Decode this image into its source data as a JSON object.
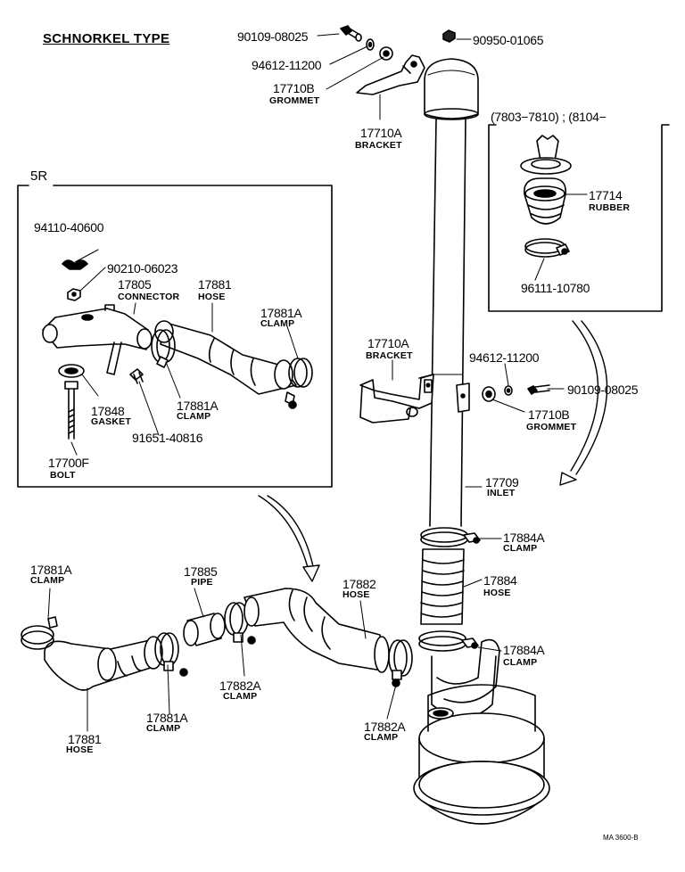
{
  "title": "SCHNORKEL TYPE",
  "box_5r_label": "5R",
  "box_right_header": "(7803−7810) ; (8104−",
  "labels": {
    "p90109_top": "90109-08025",
    "p90950": "90950-01065",
    "p94612_top": "94612-11200",
    "p17710b_top": "17710B",
    "grommet_top": "GROMMET",
    "p17710a_top": "17710A",
    "bracket_top": "BRACKET",
    "p94110": "94110-40600",
    "p90210": "90210-06023",
    "p17805": "17805",
    "connector": "CONNECTOR",
    "p17881_box": "17881",
    "hose_box": "HOSE",
    "p17881a_box_top": "17881A",
    "clamp_box_top": "CLAMP",
    "p17848": "17848",
    "gasket": "GASKET",
    "p17881a_box_bot": "17881A",
    "clamp_box_bot": "CLAMP",
    "p91651": "91651-40816",
    "p17700f": "17700F",
    "bolt": "BOLT",
    "p17714": "17714",
    "rubber": "RUBBER",
    "p96111": "96111-10780",
    "p17710a_mid": "17710A",
    "bracket_mid": "BRACKET",
    "p94612_mid": "94612-11200",
    "p90109_mid": "90109-08025",
    "p17710b_mid": "17710B",
    "grommet_mid": "GROMMET",
    "p17709": "17709",
    "inlet": "INLET",
    "p17884a_top": "17884A",
    "clamp_r_top": "CLAMP",
    "p17884": "17884",
    "hose_r": "HOSE",
    "p17884a_bot": "17884A",
    "clamp_r_bot": "CLAMP",
    "p17881a_low": "17881A",
    "clamp_low": "CLAMP",
    "p17885": "17885",
    "pipe": "PIPE",
    "p17882": "17882",
    "hose_17882": "HOSE",
    "p17882a_left": "17882A",
    "clamp_17882a_left": "CLAMP",
    "p17881a_low2": "17881A",
    "clamp_low2": "CLAMP",
    "p17882a_right": "17882A",
    "clamp_17882a_right": "CLAMP",
    "p17881_low": "17881",
    "hose_low": "HOSE",
    "footer_code": "MA 3600-B"
  }
}
